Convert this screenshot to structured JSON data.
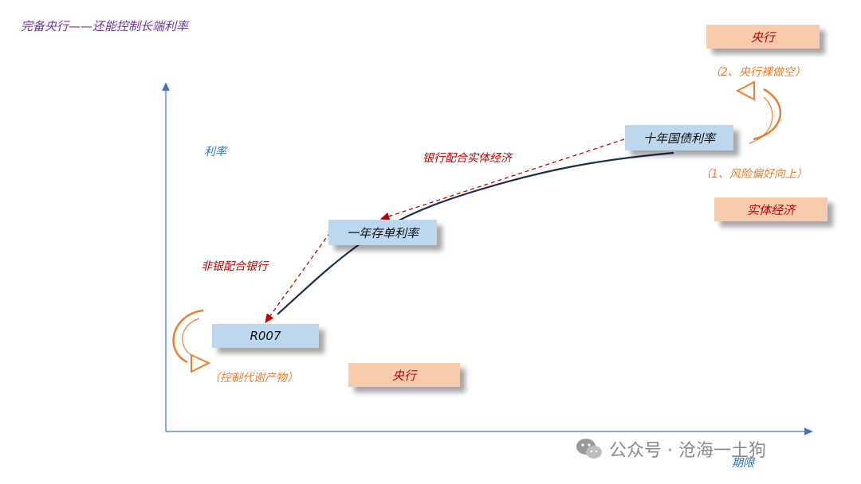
{
  "title": "完备央行——还能控制长端利率",
  "axes": {
    "y_label": "利率",
    "x_label": "期限"
  },
  "nodes": {
    "ten_year": "十年国债利率",
    "one_year": "一年存单利率",
    "r007": "R007"
  },
  "arrows": {
    "bank_to_economy": "银行配合实体经济",
    "nonbank_to_bank": "非银配合银行"
  },
  "boxes": {
    "central_bank_top": "央行",
    "real_economy": "实体经济",
    "central_bank_bottom": "央行"
  },
  "notes": {
    "short_sell": "（2、央行裸做空）",
    "risk_pref": "（1、风险偏好向上）",
    "metabolism": "（控制代谢产物）"
  },
  "watermark": "公众号 · 沧海一土狗",
  "colors": {
    "title": "#7030a0",
    "dashed": "#c00000",
    "curve": "#1f2d4f",
    "axis": "#4472c4",
    "loop": "#ed7d31"
  }
}
